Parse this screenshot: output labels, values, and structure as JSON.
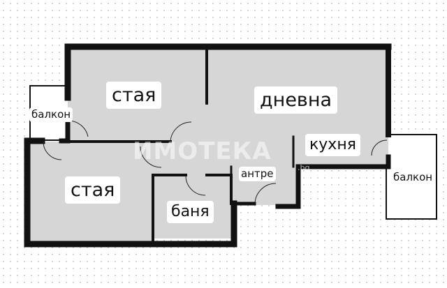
{
  "floorplan": {
    "rooms": {
      "bedroom_top": "стая",
      "living": "дневна",
      "kitchen": "кухня",
      "bedroom_bottom": "стая",
      "bathroom": "баня",
      "hallway": "антре",
      "balcony_left": "балкон",
      "balcony_right": "балкон"
    },
    "watermark": {
      "text": "ИМОТЕКА",
      "suffix": ".bg"
    },
    "colors": {
      "wall": "#111111",
      "room_fill": "#d6d6d6",
      "balcony_fill": "#ffffff",
      "background": "#ffffff"
    }
  }
}
